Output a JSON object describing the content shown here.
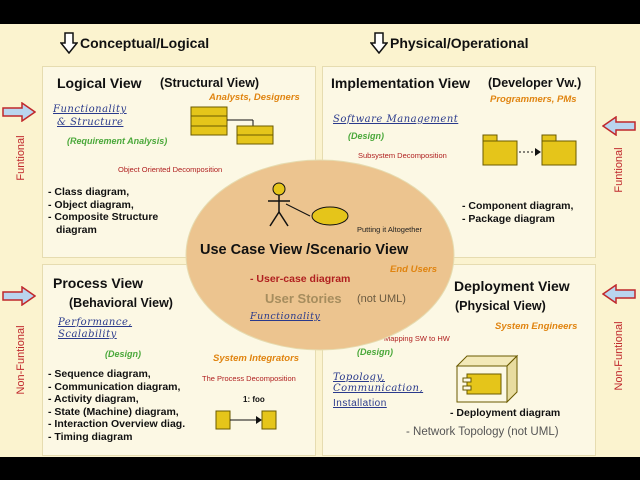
{
  "headers": {
    "conceptual": "Conceptual/Logical",
    "physical": "Physical/Operational"
  },
  "side_labels": {
    "functional": "Funtional",
    "non_functional": "Non-Funtional"
  },
  "logical": {
    "title": "Logical View",
    "subtitle": "(Structural View)",
    "roles": "Analysts, Designers",
    "link_line1": "Functionality",
    "link_line2": "& Structure",
    "note": "(Requirement Analysis)",
    "decomposition": "Object Oriented Decomposition",
    "items": [
      "- Class diagram,",
      "- Object diagram,",
      "- Composite Structure",
      "diagram"
    ]
  },
  "implementation": {
    "title": "Implementation View",
    "subtitle": "(Developer Vw.)",
    "roles": "Programmers, PMs",
    "link": "Software Management",
    "note": "(Design)",
    "decomposition": "Subsystem Decomposition",
    "items": [
      "- Component diagram,",
      "- Package diagram"
    ]
  },
  "process": {
    "title": "Process View",
    "subtitle": "(Behavioral View)",
    "link_line1": "Performance,",
    "link_line2": "Scalability",
    "note": "(Design)",
    "roles": "System Integrators",
    "decomposition": "The Process Decomposition",
    "items": [
      "- Sequence diagram,",
      "- Communication diagram,",
      "- Activity diagram,",
      "- State (Machine) diagram,",
      "- Interaction Overview diag.",
      "- Timing diagram"
    ],
    "seq_label": "1: foo"
  },
  "deployment": {
    "title": "Deployment View",
    "subtitle": "(Physical View)",
    "roles": "System Engineers",
    "mapping": "Mapping SW to HW",
    "note": "(Design)",
    "link_line1": "Topology,",
    "link_line2": "Communication,",
    "link_line3": "Installation",
    "items": [
      "- Deployment diagram"
    ],
    "extra": "- Network Topology (not UML)"
  },
  "center": {
    "putting": "Putting it Altogether",
    "title": "Use Case View /Scenario View",
    "end_users": "End Users",
    "item": "- User-case diagram",
    "stories": "User Stories",
    "not_uml": "(not UML)",
    "link": "Functionality"
  },
  "colors": {
    "background": "#fbf3cf",
    "box": "#fcf8e4",
    "ellipse": "#ecc48f",
    "arrow_fill": "#b9d5ef",
    "arrow_stroke": "#c0282c",
    "package": "#e5c51a"
  }
}
